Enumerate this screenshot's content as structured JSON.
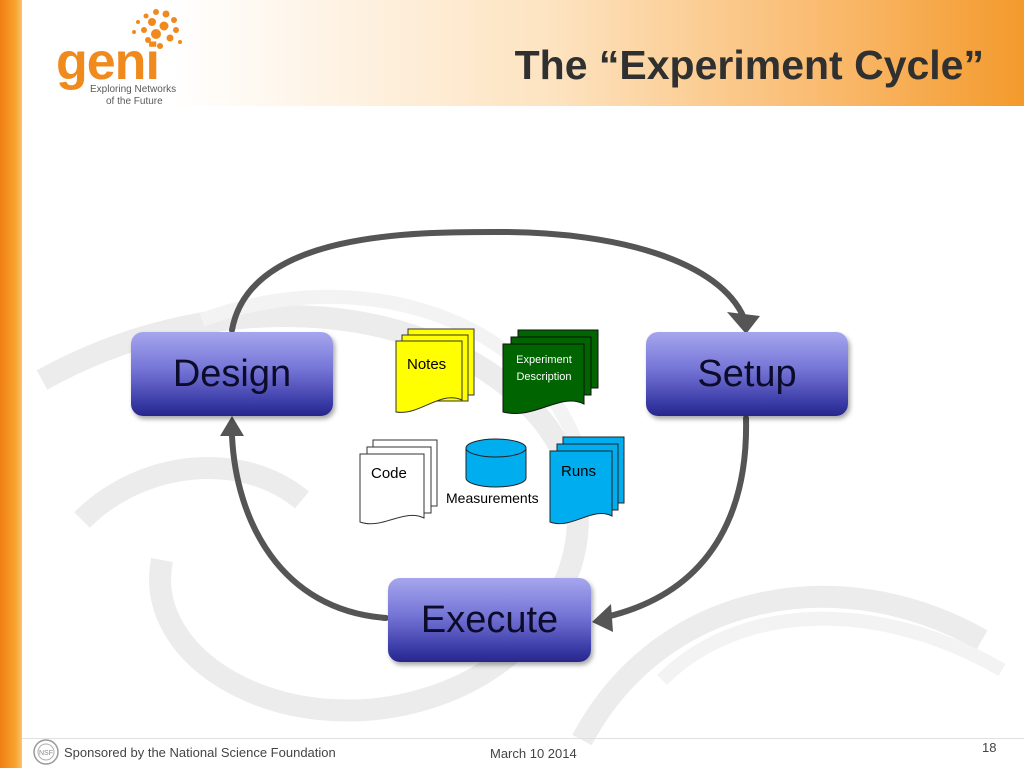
{
  "logo": {
    "wordmark": "geni",
    "tagline_line1": "Exploring Networks",
    "tagline_line2": "of the Future"
  },
  "title": "The “Experiment Cycle”",
  "stages": {
    "design": "Design",
    "setup": "Setup",
    "execute": "Execute"
  },
  "artifacts": {
    "notes": "Notes",
    "experiment_description_line1": "Experiment",
    "experiment_description_line2": "Description",
    "code": "Code",
    "measurements": "Measurements",
    "runs": "Runs"
  },
  "colors": {
    "accent_orange": "#f08a1c",
    "stage_blue": "#5a5ac8",
    "notes_yellow": "#ffff00",
    "experiment_green": "#006400",
    "runs_cyan": "#00aeef",
    "code_white": "#ffffff",
    "arrow_gray": "#555555"
  },
  "footer": {
    "sponsor": "Sponsored by the National Science Foundation",
    "date": "March 10 2014",
    "page_number": "18"
  }
}
